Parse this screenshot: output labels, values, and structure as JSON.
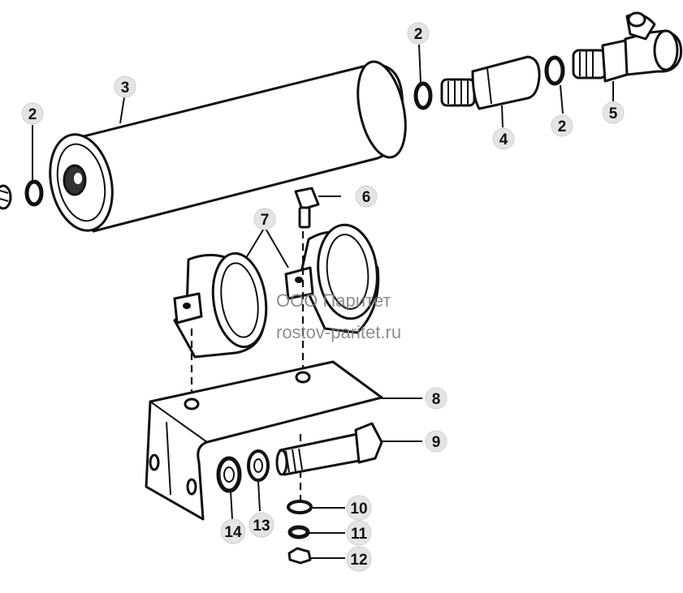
{
  "callouts": [
    {
      "id": "c3a",
      "label": "3"
    },
    {
      "id": "c2a",
      "label": "2"
    },
    {
      "id": "c2b",
      "label": "2"
    },
    {
      "id": "c2c",
      "label": "2"
    },
    {
      "id": "c4",
      "label": "4"
    },
    {
      "id": "c5",
      "label": "5"
    },
    {
      "id": "c6",
      "label": "6"
    },
    {
      "id": "c7",
      "label": "7"
    },
    {
      "id": "c8",
      "label": "8"
    },
    {
      "id": "c9",
      "label": "9"
    },
    {
      "id": "c10",
      "label": "10"
    },
    {
      "id": "c11",
      "label": "11"
    },
    {
      "id": "c12",
      "label": "12"
    },
    {
      "id": "c13",
      "label": "13"
    },
    {
      "id": "c14",
      "label": "14"
    }
  ],
  "watermark": {
    "line1": "ООО Паритет",
    "line2": "rostov-paritet.ru"
  }
}
